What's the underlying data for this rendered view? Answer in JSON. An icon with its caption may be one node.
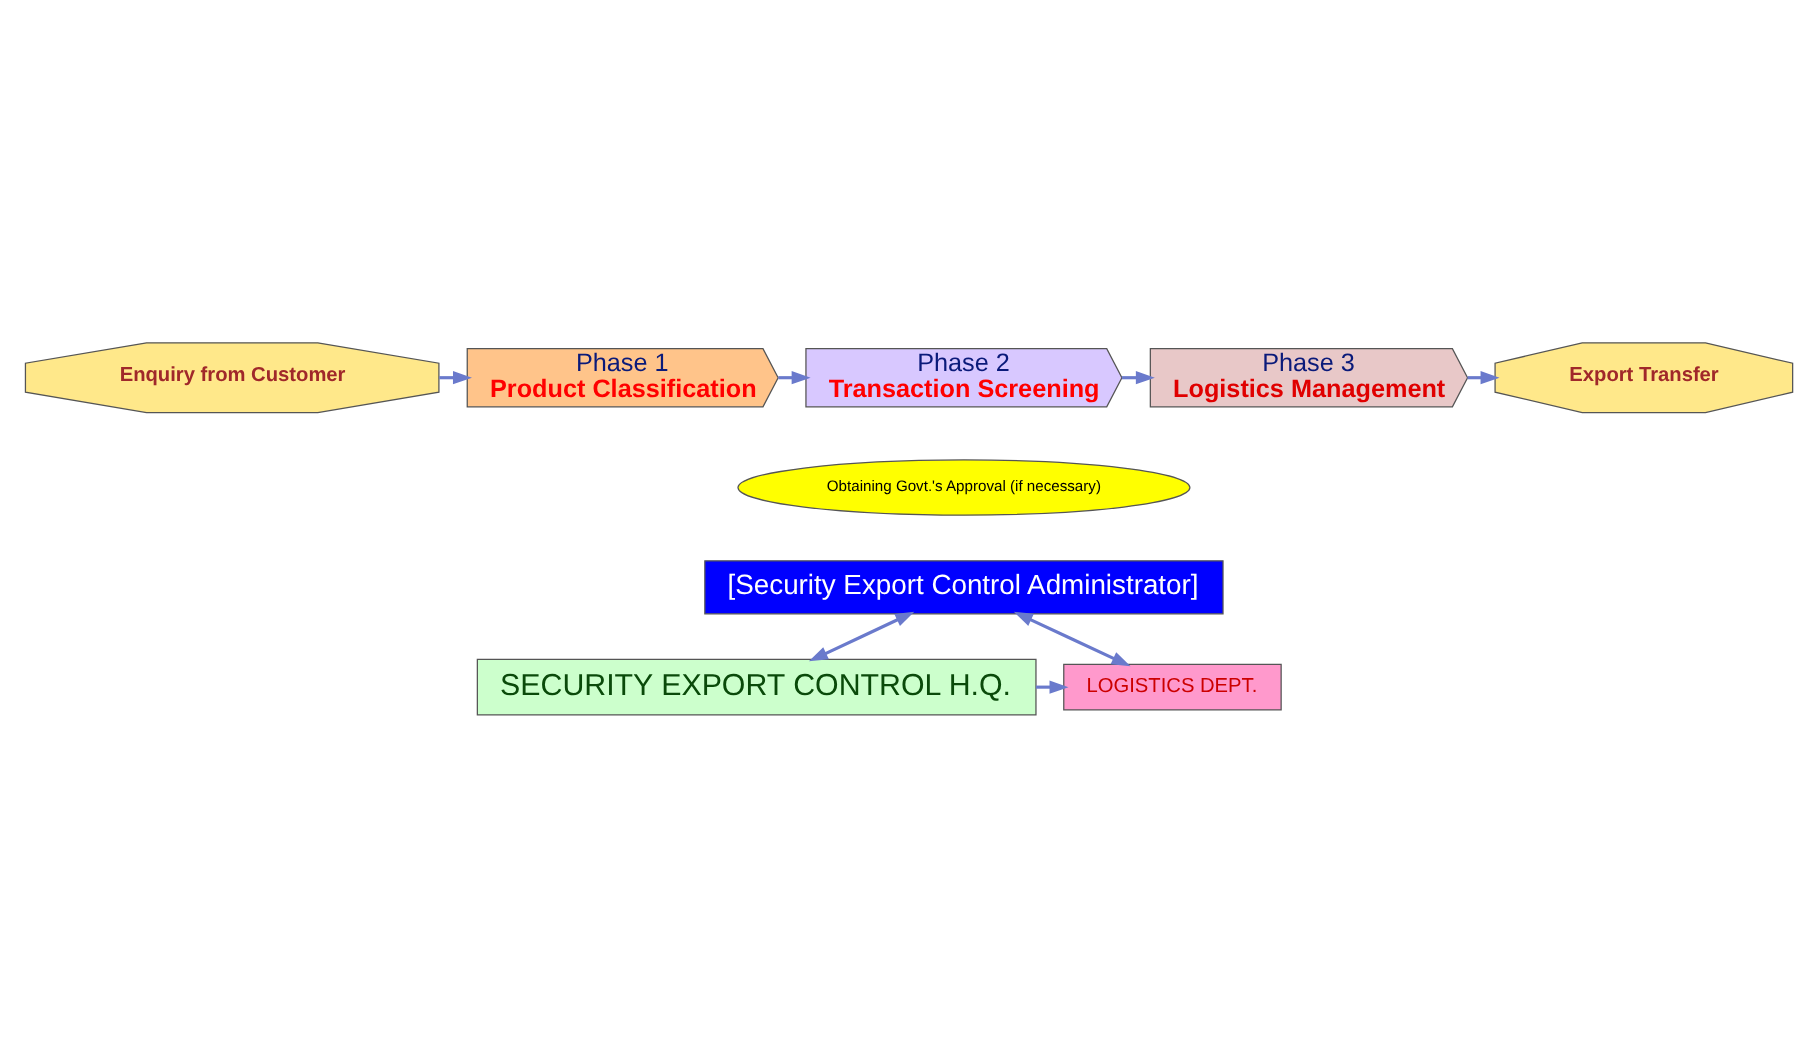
{
  "diagram": {
    "nodes": [
      {
        "text": [
          "Enquiry from Customer"
        ]
      },
      {
        "text": [
          "Phase 1",
          "Product Classification"
        ]
      },
      {
        "text": [
          "Phase 2",
          "Transaction Screening"
        ]
      },
      {
        "text": [
          "Phase 3",
          "Logistics Management"
        ]
      },
      {
        "text": [
          "Export Transfer"
        ]
      },
      {
        "text": [
          "Obtaining Govt.'s Approval (if necessary)"
        ]
      },
      {
        "text": [
          "[Security Export Control Administrator]"
        ]
      },
      {
        "text": [
          "SECURITY EXPORT CONTROL H.Q."
        ]
      },
      {
        "text": [
          "LOGISTICS DEPT."
        ]
      }
    ],
    "edges": [
      {
        "from": 0,
        "to": 1,
        "arrow": "to"
      },
      {
        "from": 1,
        "to": 2,
        "arrow": "to"
      },
      {
        "from": 2,
        "to": 3,
        "arrow": "to"
      },
      {
        "from": 3,
        "to": 4,
        "arrow": "to"
      },
      {
        "from": 6,
        "to": 7,
        "arrow": "both"
      },
      {
        "from": 6,
        "to": 8,
        "arrow": "both"
      },
      {
        "from": 7,
        "to": 8,
        "arrow": "to"
      }
    ]
  }
}
